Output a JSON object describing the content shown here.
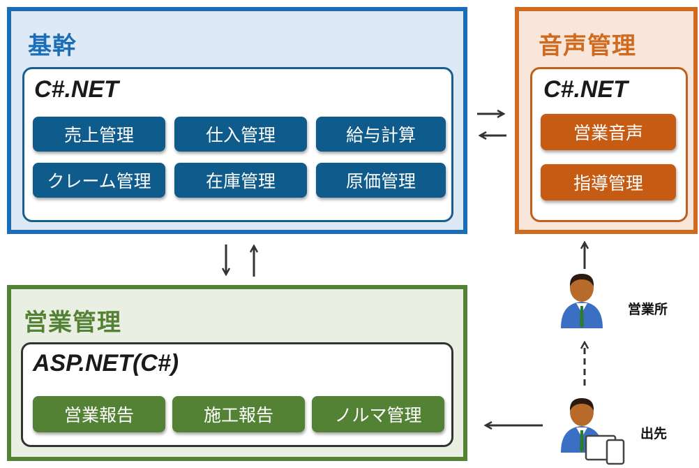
{
  "kikan": {
    "title": "基幹",
    "tech": "C#.NET",
    "modules": [
      "売上管理",
      "仕入管理",
      "給与計算",
      "クレーム管理",
      "在庫管理",
      "原価管理"
    ]
  },
  "onsei": {
    "title": "音声管理",
    "tech": "C#.NET",
    "modules": [
      "営業音声",
      "指導管理"
    ]
  },
  "eigyo": {
    "title": "営業管理",
    "tech": "ASP.NET(C#)",
    "modules": [
      "営業報告",
      "施工報告",
      "ノルマ管理"
    ]
  },
  "actors": {
    "office": "営業所",
    "field": "出先"
  },
  "colors": {
    "kikan_border": "#1c6db7",
    "kikan_module": "#0f5b8c",
    "onsei_border": "#d06a1e",
    "onsei_module": "#c65c14",
    "eigyo_border": "#548235",
    "eigyo_module": "#548235"
  }
}
